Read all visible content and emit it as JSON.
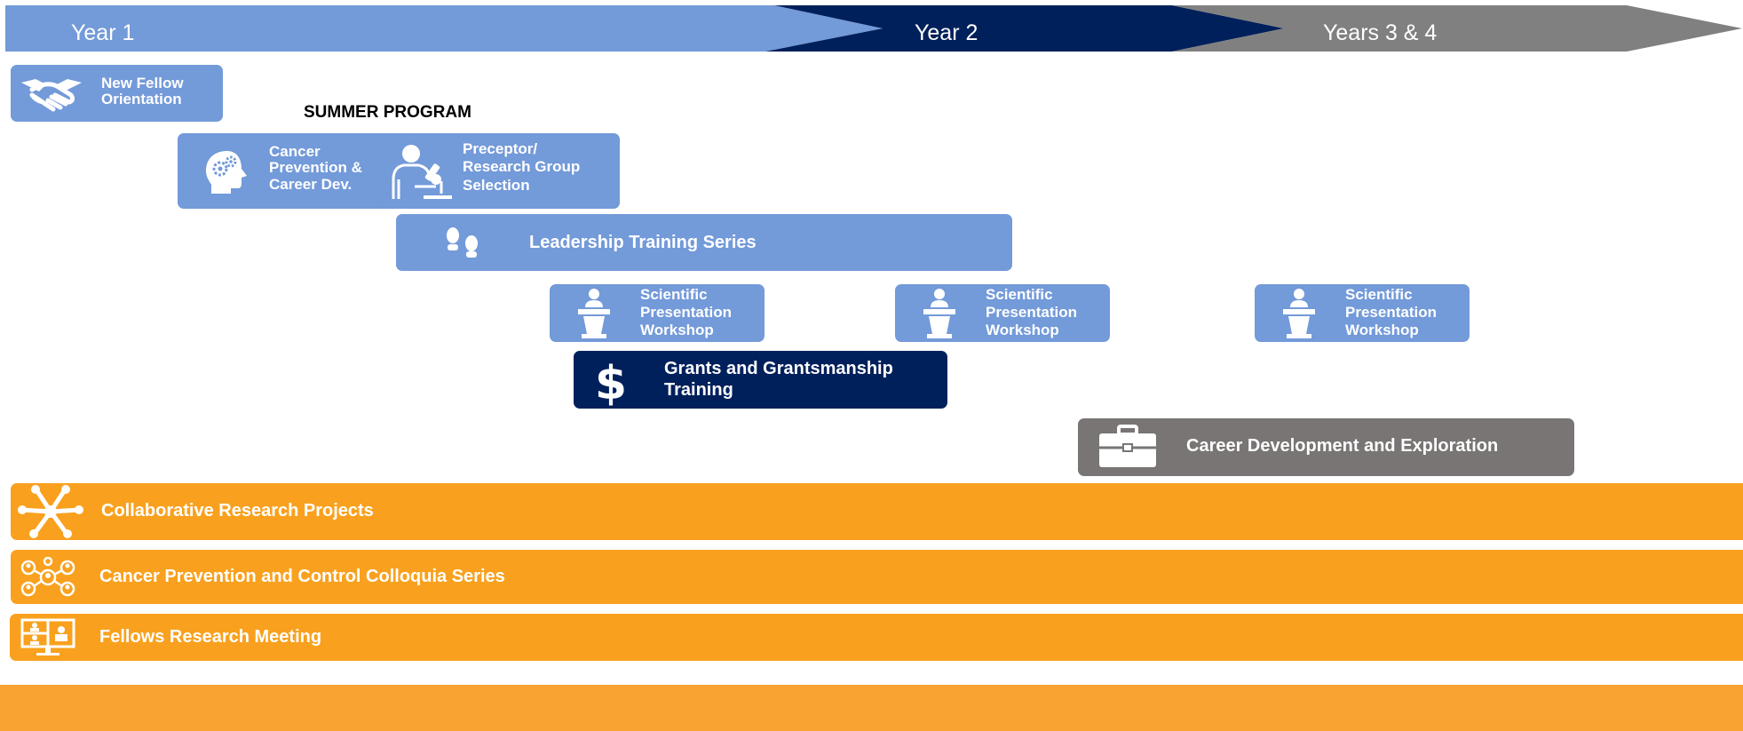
{
  "timeline": {
    "years": [
      {
        "label": "Year 1",
        "color": "#739ad9"
      },
      {
        "label": "Year 2",
        "color": "#00205b"
      },
      {
        "label": "Years 3 & 4",
        "color": "#808080"
      }
    ]
  },
  "summer_program": {
    "label": "SUMMER PROGRAM"
  },
  "activities": {
    "orientation": {
      "label": "New Fellow\nOrientation",
      "icon": "handshake-icon",
      "color": "#739ad9"
    },
    "cancer_prevention": {
      "label": "Cancer\nPrevention &\nCareer Dev.",
      "icon": "head-gears-icon",
      "color": "#739ad9"
    },
    "preceptor": {
      "label": "Preceptor/\nResearch Group\nSelection",
      "icon": "scientist-microscope-icon",
      "color": "#739ad9"
    },
    "leadership": {
      "label": "Leadership Training Series",
      "icon": "footprints-icon",
      "color": "#739ad9"
    },
    "sci_pres_1": {
      "label": "Scientific\nPresentation\nWorkshop",
      "icon": "podium-speaker-icon",
      "color": "#739ad9"
    },
    "sci_pres_2": {
      "label": "Scientific\nPresentation\nWorkshop",
      "icon": "podium-speaker-icon",
      "color": "#739ad9"
    },
    "sci_pres_3": {
      "label": "Scientific\nPresentation\nWorkshop",
      "icon": "podium-speaker-icon",
      "color": "#739ad9"
    },
    "grants": {
      "label": "Grants and Grantsmanship\nTraining",
      "icon": "dollar-icon",
      "color": "#00205b"
    },
    "career_dev": {
      "label": "Career Development and Exploration",
      "icon": "briefcase-icon",
      "color": "#787574"
    },
    "collab_research": {
      "label": "Collaborative Research Projects",
      "icon": "hands-together-icon",
      "color": "#f9a11e"
    },
    "colloquia": {
      "label": "Cancer Prevention and Control Colloquia Series",
      "icon": "network-people-icon",
      "color": "#f9a11e"
    },
    "fellows_meeting": {
      "label": "Fellows Research Meeting",
      "icon": "video-meeting-icon",
      "color": "#f9a11e"
    }
  },
  "footer_band": {
    "color": "#f9a332"
  }
}
